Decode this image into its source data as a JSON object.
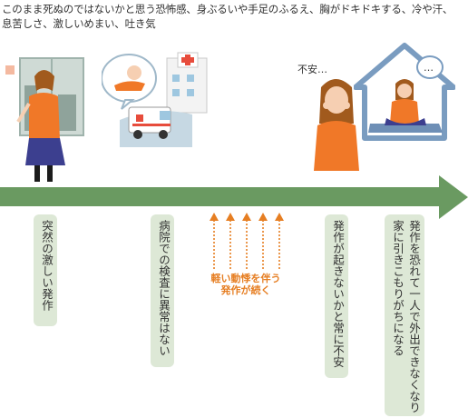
{
  "intro_text": "このまま死ぬのではないかと思う恐怖感、身ぶるいや手足のふるえ、胸がドキドキする、冷や汗、息苦しさ、激しいめまい、吐き気",
  "stages": [
    {
      "label": "突然の激しい発作"
    },
    {
      "label": "病院での検査に異常はない"
    },
    {
      "label": "発作が起きないかと常に不安"
    },
    {
      "label": "発作を恐れて一人で外出できなくなり\n家に引きこもりがちになる"
    }
  ],
  "palpitation": {
    "label_line1": "軽い動悸を伴う",
    "label_line2": "発作が続く"
  },
  "anxiety_word": "不安…",
  "thought_dots": "…",
  "colors": {
    "arrow": "#6a9a61",
    "stage_bg": "#dde8d6",
    "accent": "#e67e22"
  }
}
